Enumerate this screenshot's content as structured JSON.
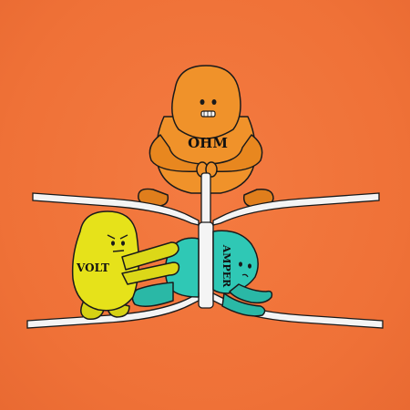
{
  "labels": {
    "ohm": "OHM",
    "volt": "VOLT",
    "amper": "AMPER"
  },
  "colors": {
    "background": "#f0743a",
    "ohm_body": "#f0922a",
    "volt_body": "#e6e21a",
    "amper_body": "#2fc8b5",
    "wire": "#f4f4f4",
    "outline": "#1a1a1a"
  }
}
